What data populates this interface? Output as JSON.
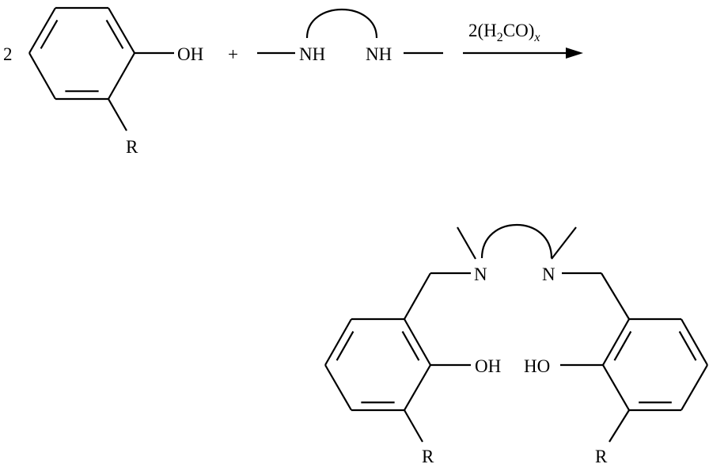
{
  "reactants": {
    "coefficient": "2",
    "phenol": {
      "hydroxyl": "OH",
      "substituent": "R"
    },
    "plus": "+",
    "diamine": {
      "amine_left": "NH",
      "amine_right": "NH"
    }
  },
  "arrow": {
    "reagent": {
      "prefix": "2(H",
      "subscript_2": "2",
      "middle": "CO)",
      "subscript_x": "x"
    }
  },
  "product": {
    "nitrogen_left": "N",
    "nitrogen_right": "N",
    "hydroxyl_left": "OH",
    "hydroxyl_right": "HO",
    "substituent_left": "R",
    "substituent_right": "R"
  }
}
